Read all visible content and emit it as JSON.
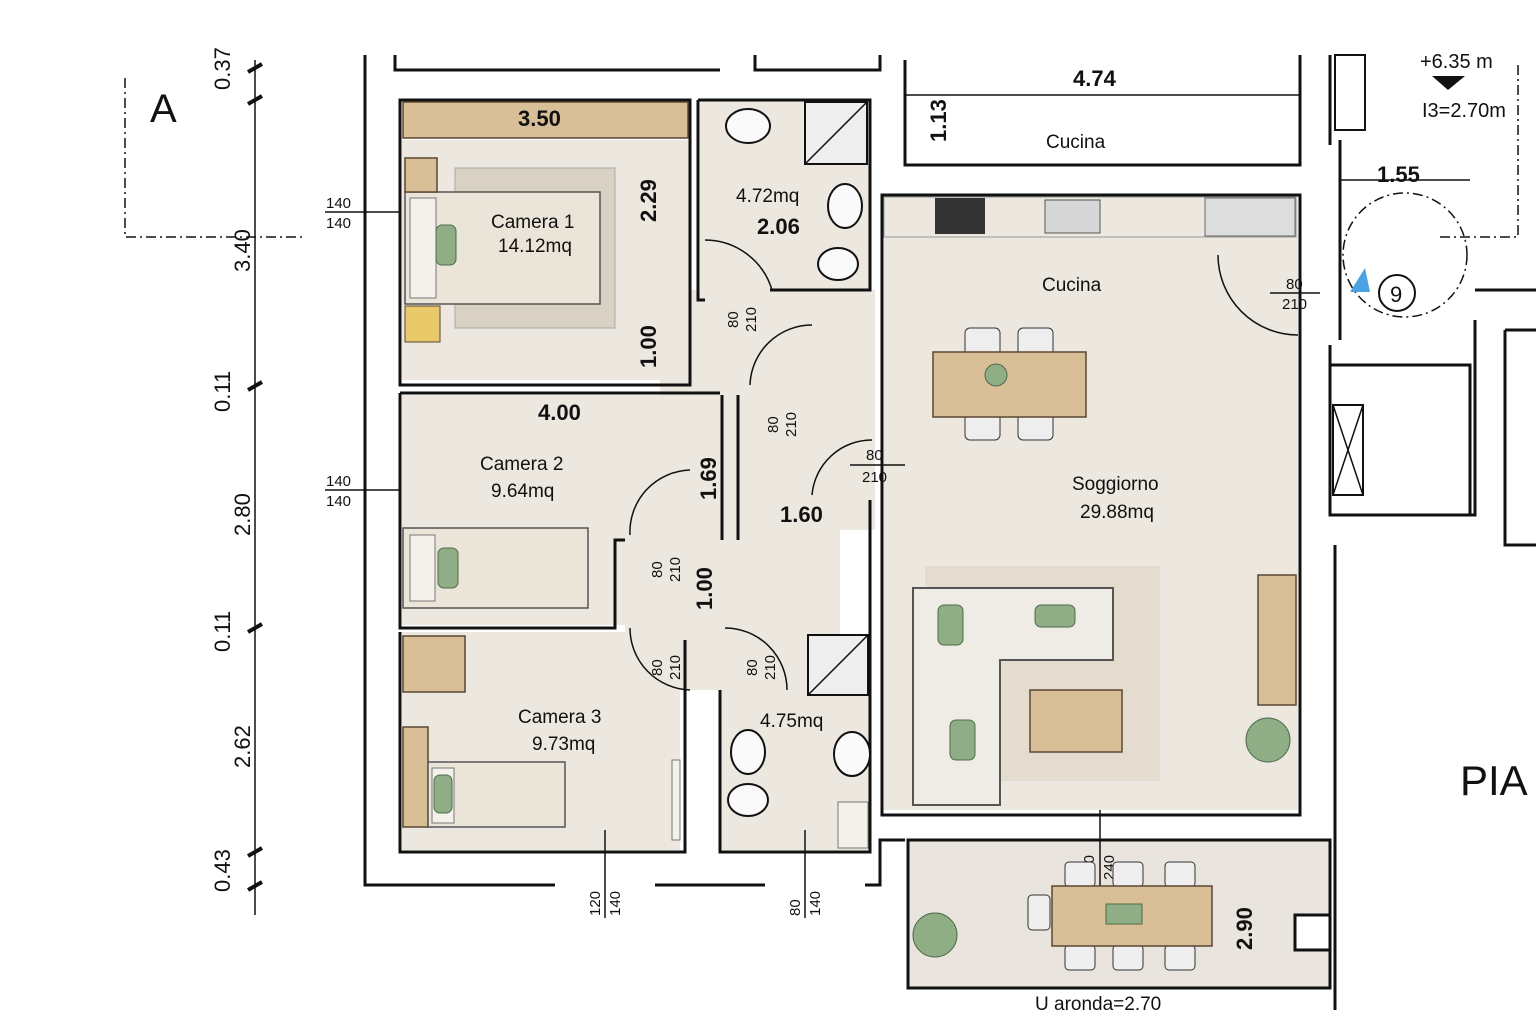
{
  "plan": {
    "section_label": "A",
    "level": "+6.35 m",
    "height": "I3=2.70m",
    "stair_number": "9",
    "cut_title": "PIA",
    "veranda": "U aronda=2.70"
  },
  "vertical_dims": [
    "0.37",
    "3.40",
    "0.11",
    "2.80",
    "0.11",
    "2.62",
    "0.43"
  ],
  "rooms": {
    "camera1": {
      "name": "Camera 1",
      "area": "14.12mq"
    },
    "camera2": {
      "name": "Camera 2",
      "area": "9.64mq"
    },
    "camera3": {
      "name": "Camera 3",
      "area": "9.73mq"
    },
    "bath1": {
      "area": "4.72mq"
    },
    "bath2": {
      "area": "4.75mq"
    },
    "kitchen_top": {
      "name": "Cucina"
    },
    "kitchen": {
      "name": "Cucina"
    },
    "living": {
      "name": "Soggiorno",
      "area": "29.88mq"
    }
  },
  "dims": {
    "c1_width": "3.50",
    "c1_depth": "2.29",
    "hall1": "1.00",
    "c2_width": "4.00",
    "c2_depth": "1.69",
    "hall_width": "1.60",
    "hall2": "1.00",
    "bath1_width": "2.06",
    "kitchen_depth": "1.13",
    "kitchen_width": "4.74",
    "stair_width": "1.55",
    "veranda_depth": "2.90"
  },
  "windows": {
    "w1": {
      "top": "140",
      "bottom": "140"
    },
    "w2": {
      "top": "140",
      "bottom": "140"
    },
    "w3": {
      "top": "120",
      "bottom": "140"
    },
    "w4": {
      "top": "80",
      "bottom": "140"
    },
    "w5": {
      "top": "160",
      "bottom": "240"
    }
  },
  "door_size": {
    "top": "80",
    "bottom": "210"
  }
}
